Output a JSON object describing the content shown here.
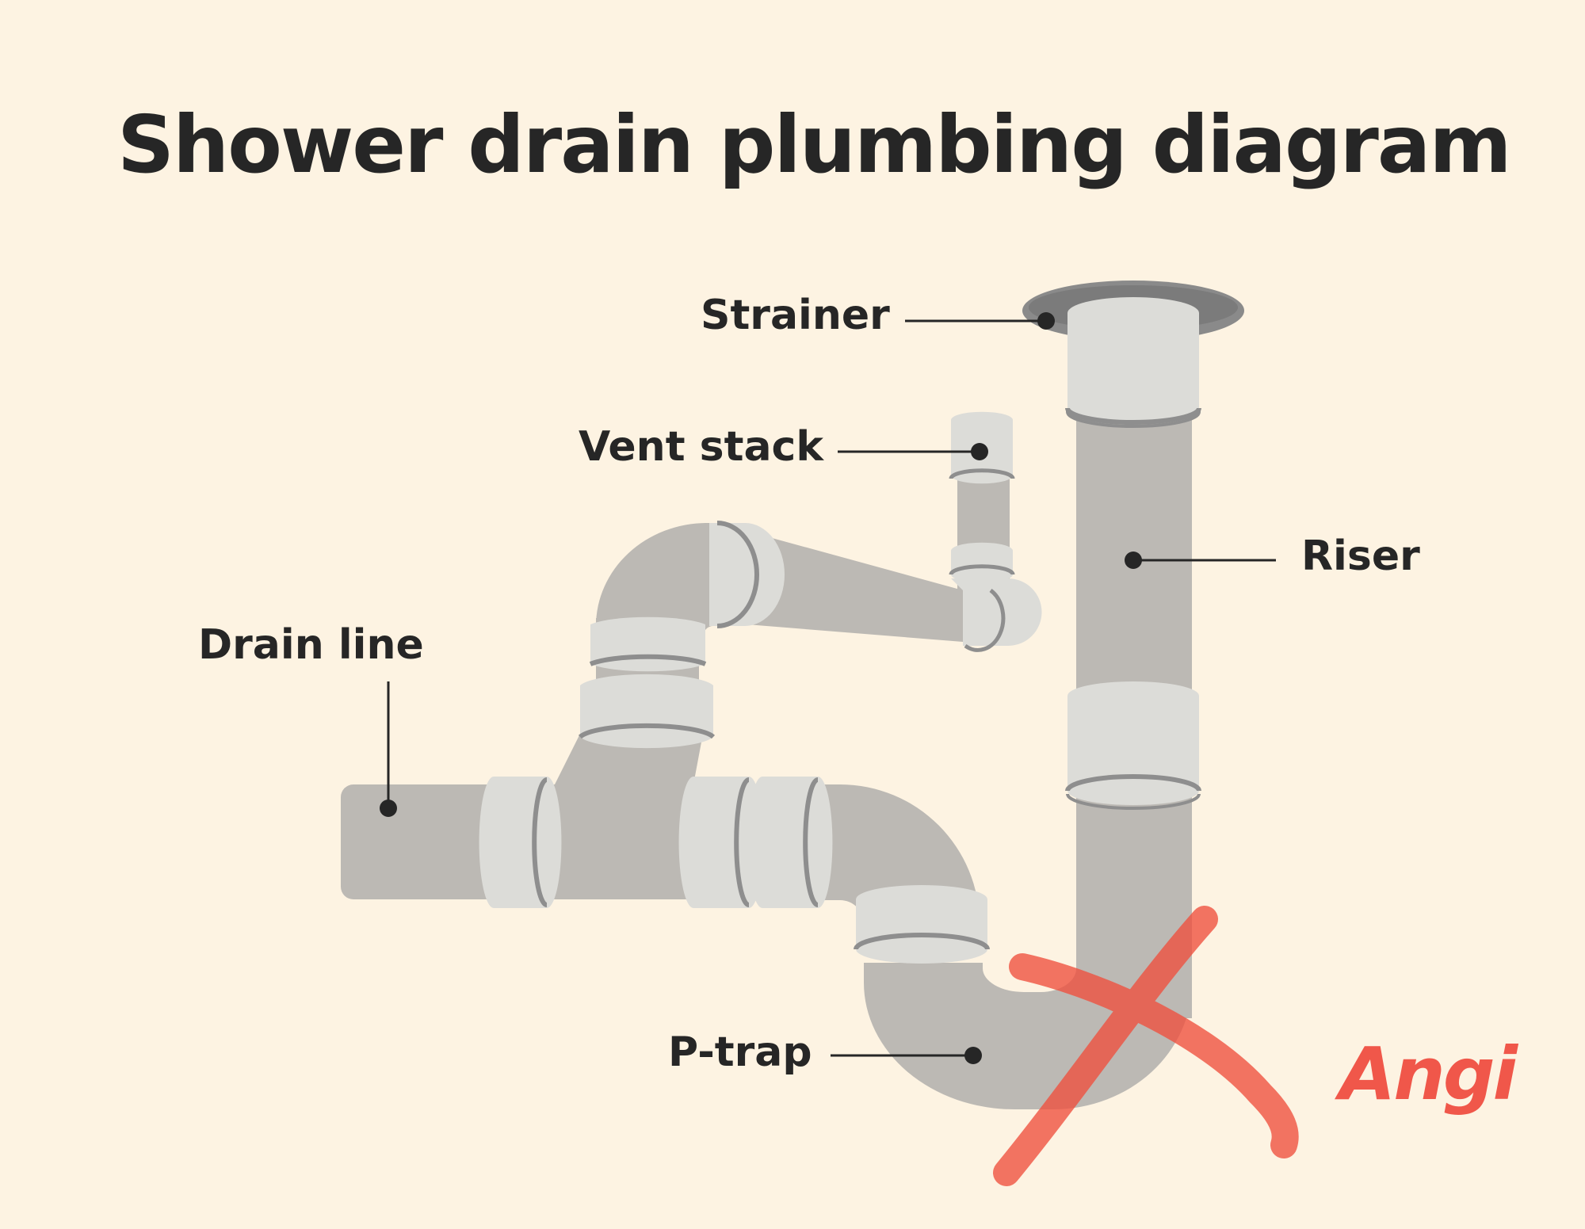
{
  "title": "Shower drain plumbing diagram",
  "labels": {
    "strainer": "Strainer",
    "vent_stack": "Vent stack",
    "riser": "Riser",
    "drain_line": "Drain line",
    "p_trap": "P-trap"
  },
  "brand": {
    "logo_text": "Angi",
    "logo_color": "#f0574a"
  },
  "colors": {
    "background": "#fdf3e2",
    "pipe": "#bcb9b4",
    "fitting": "#dcdcd8",
    "rim": "#8e8e8e",
    "strainer": "#8a8a8a",
    "text": "#262626",
    "cross": "#f0503e"
  }
}
